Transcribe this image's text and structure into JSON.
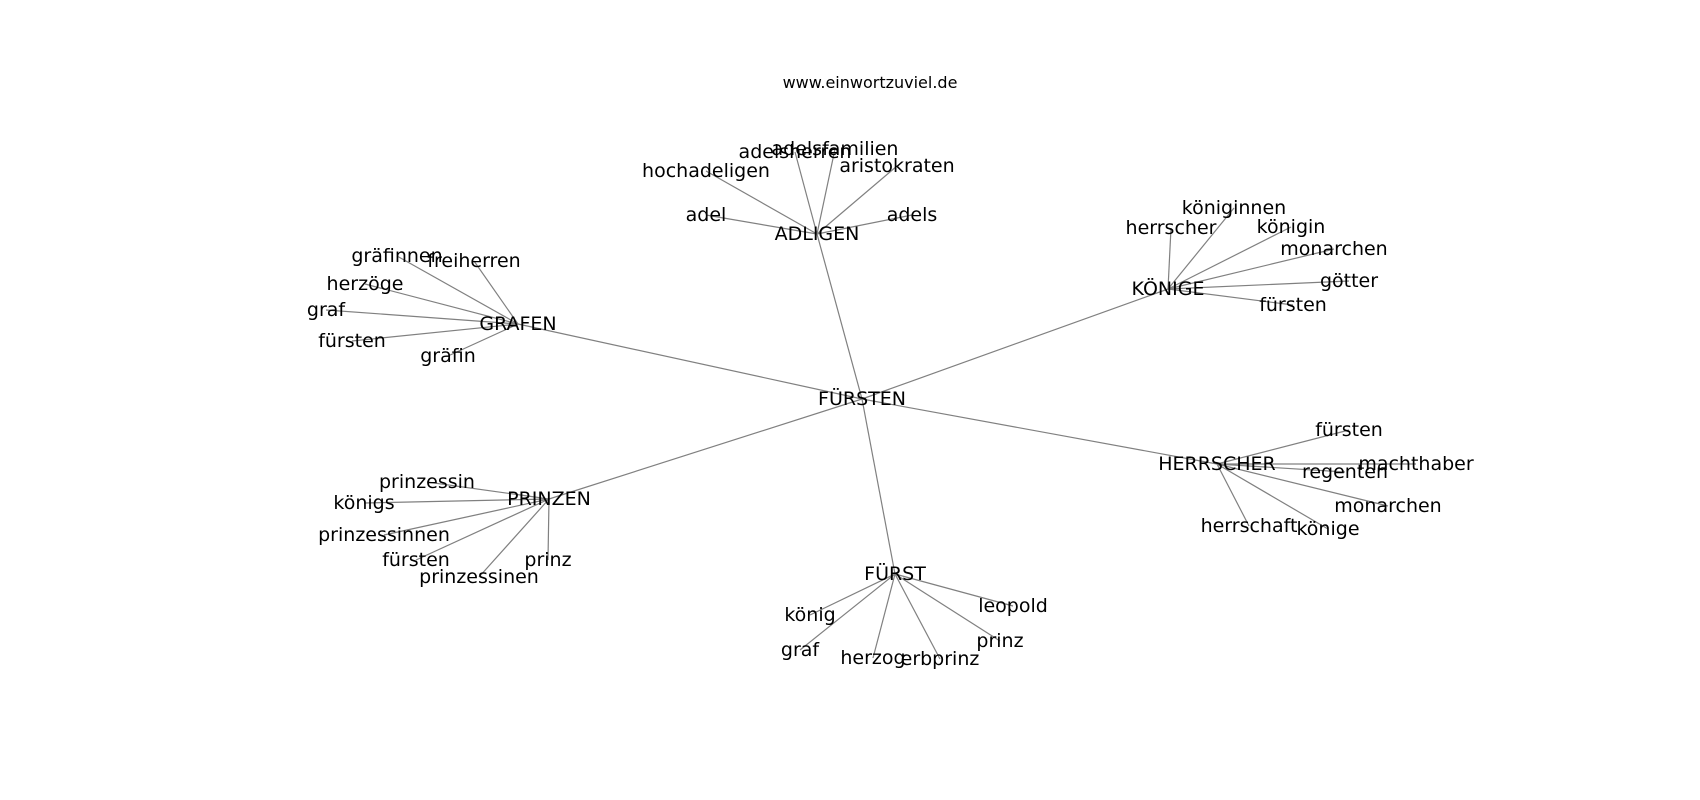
{
  "site_title": "www.einwortzuviel.de",
  "graph": {
    "center": "FÜRSTEN",
    "clusters": [
      {
        "hub": "ADLIGEN",
        "words": [
          "adel",
          "hochadeligen",
          "adelsherren",
          "adelsfamilien",
          "aristokraten",
          "adels"
        ]
      },
      {
        "hub": "KÖNIGE",
        "words": [
          "herrscher",
          "königinnen",
          "königin",
          "monarchen",
          "götter",
          "fürsten"
        ]
      },
      {
        "hub": "GRAFEN",
        "words": [
          "gräfinnen",
          "freiherren",
          "herzöge",
          "graf",
          "fürsten",
          "gräfin"
        ]
      },
      {
        "hub": "HERRSCHER",
        "words": [
          "fürsten",
          "machthaber",
          "regenten",
          "monarchen",
          "könige",
          "herrschaft"
        ]
      },
      {
        "hub": "PRINZEN",
        "words": [
          "prinzessin",
          "königs",
          "prinzessinnen",
          "fürsten",
          "prinzessinen",
          "prinz"
        ]
      },
      {
        "hub": "FÜRST",
        "words": [
          "könig",
          "graf",
          "herzog",
          "erbprinz",
          "prinz",
          "leopold"
        ]
      }
    ]
  }
}
